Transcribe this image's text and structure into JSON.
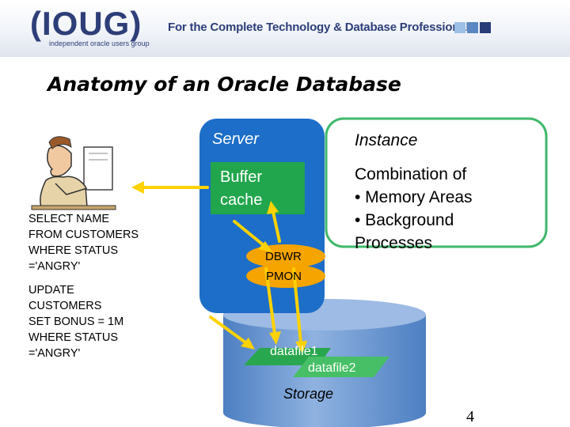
{
  "header": {
    "logo_text": "IOUG",
    "logo_subtext": "independent oracle users group",
    "tagline": "For the Complete Technology & Database Professional"
  },
  "colors": {
    "brand": "#2d3e78",
    "server_blue": "#1d6ec8",
    "storage_blue": "#6d97cf",
    "buffer_green": "#22a64d",
    "instance_border": "#3fb96b",
    "process_orange": "#f6a400",
    "arrow_yellow": "#ffd200",
    "datafile_green": "#29a74e",
    "squares": [
      "#9cc0e6",
      "#5a87c4",
      "#283d78"
    ]
  },
  "title": "Anatomy of an Oracle Database",
  "server_label": "Server",
  "buffer_cache_label": "Buffer cache",
  "processes": {
    "dbwr": "DBWR",
    "pmon": "PMON"
  },
  "instance": {
    "label": "Instance",
    "description": "Combination of\n• Memory Areas\n• Background\nProcesses"
  },
  "sql": {
    "select": "SELECT NAME\nFROM CUSTOMERS\nWHERE STATUS\n='ANGRY'",
    "update": "UPDATE\nCUSTOMERS\nSET BONUS = 1M\nWHERE STATUS\n='ANGRY'"
  },
  "storage": {
    "label": "Storage",
    "datafiles": [
      "datafile1",
      "datafile2"
    ]
  },
  "page_number": "4",
  "icons": {
    "user": "user-at-computer-icon"
  }
}
